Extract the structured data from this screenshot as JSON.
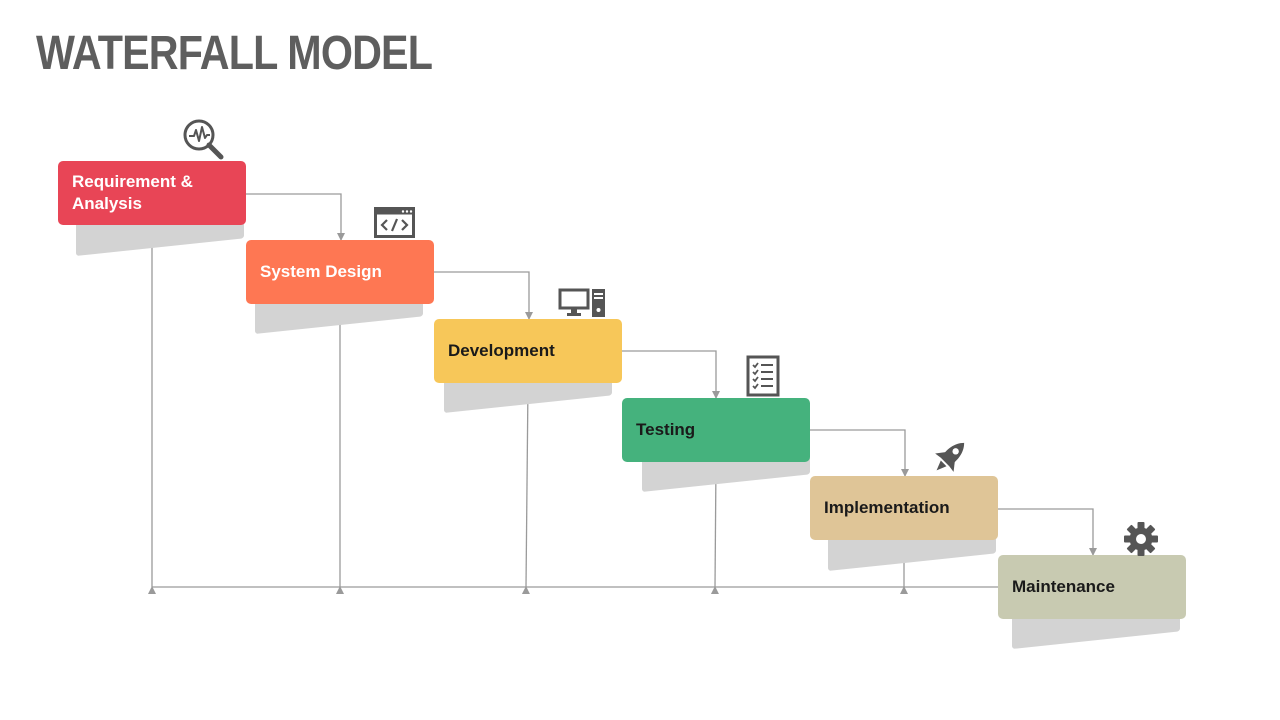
{
  "title": "WATERFALL MODEL",
  "steps": [
    {
      "label": "Requirement & Analysis",
      "color": "#e84556",
      "text_color": "#ffffff",
      "icon": "analysis-magnifier-icon"
    },
    {
      "label": "System Design",
      "color": "#fe7753",
      "text_color": "#ffffff",
      "icon": "code-window-icon"
    },
    {
      "label": "Development",
      "color": "#f7c759",
      "text_color": "#1a1a1a",
      "icon": "desktop-computer-icon"
    },
    {
      "label": "Testing",
      "color": "#45b27d",
      "text_color": "#1a1a1a",
      "icon": "checklist-icon"
    },
    {
      "label": "Implementation",
      "color": "#dfc597",
      "text_color": "#1a1a1a",
      "icon": "rocket-icon"
    },
    {
      "label": "Maintenance",
      "color": "#c8cab1",
      "text_color": "#1a1a1a",
      "icon": "gear-icon"
    }
  ],
  "colors": {
    "title": "#5e5e5e",
    "connector": "#9a9a9a",
    "shadow": "#d3d3d3",
    "icon": "#555555"
  }
}
